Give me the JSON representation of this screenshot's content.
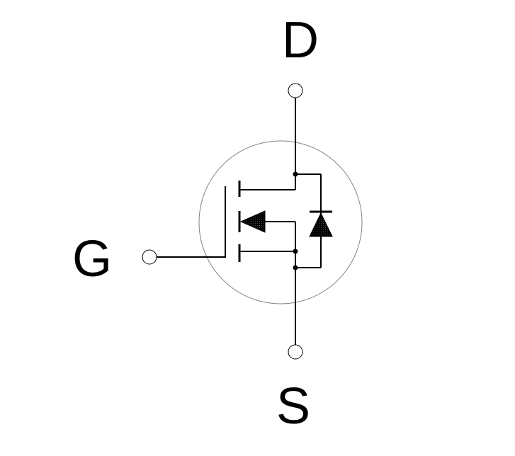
{
  "diagram": {
    "pins": {
      "drain": "D",
      "gate": "G",
      "source": "S"
    },
    "colors": {
      "stroke": "#000000",
      "body_outline": "#808080",
      "background": "#ffffff"
    }
  }
}
